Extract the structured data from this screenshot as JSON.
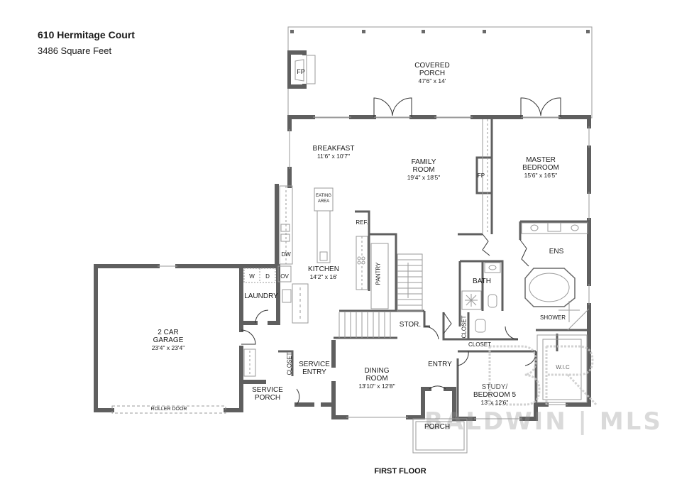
{
  "header": {
    "address": "610 Hermitage Court",
    "square_feet": "3486 Square Feet"
  },
  "floor_label": "FIRST FLOOR",
  "rooms": {
    "covered_porch": {
      "name_line1": "COVERED",
      "name_line2": "PORCH",
      "dims": "47'6\" x 14'"
    },
    "breakfast": {
      "name": "BREAKFAST",
      "dims": "11'6\" x 10'7\""
    },
    "family_room": {
      "name_line1": "FAMILY",
      "name_line2": "ROOM",
      "dims": "19'4\" x 18'5\""
    },
    "master_bedroom": {
      "name_line1": "MASTER",
      "name_line2": "BEDROOM",
      "dims": "15'6\" x 16'5\""
    },
    "kitchen": {
      "name": "KITCHEN",
      "dims": "14'2\" x 16'"
    },
    "garage": {
      "name_line1": "2 CAR",
      "name_line2": "GARAGE",
      "dims": "23'4\" x 23'4\""
    },
    "laundry": {
      "name": "LAUNDRY"
    },
    "service_entry": {
      "name_line1": "SERVICE",
      "name_line2": "ENTRY"
    },
    "service_porch": {
      "name_line1": "SERVICE",
      "name_line2": "PORCH"
    },
    "dining_room": {
      "name_line1": "DINING",
      "name_line2": "ROOM",
      "dims": "13'10\" x 12'8\""
    },
    "entry": {
      "name": "ENTRY"
    },
    "porch": {
      "name": "PORCH"
    },
    "study": {
      "name_line1": "STUDY/",
      "name_line2": "BEDROOM 5",
      "dims": "13' x 12'6\""
    },
    "bath": {
      "name": "BATH"
    },
    "ens": {
      "name": "ENS"
    },
    "shower": {
      "name": "SHOWER"
    },
    "wic": {
      "name": "W.I.C"
    },
    "stor": {
      "name": "STOR."
    },
    "pantry": {
      "name": "PANTRY"
    }
  },
  "fixtures": {
    "fireplace_porch": "FP",
    "fireplace_family": "FP",
    "eating_area_line1": "EATING",
    "eating_area_line2": "AREA",
    "refrigerator": "REF.",
    "dishwasher": "DW",
    "oven": "OV",
    "washer": "W",
    "dryer": "D",
    "closet_vertical_1": "CLOSET",
    "closet_vertical_2": "CLOSET",
    "closet_horizontal": "CLOSET",
    "roller_door": "ROLLER DOOR"
  },
  "watermark": {
    "logo": "BR",
    "text": "BALDWIN | MLS"
  },
  "colors": {
    "wall": "#5f5f5f",
    "thin_line": "#9a9a9a",
    "background": "#ffffff",
    "watermark": "#c8c8c8"
  }
}
